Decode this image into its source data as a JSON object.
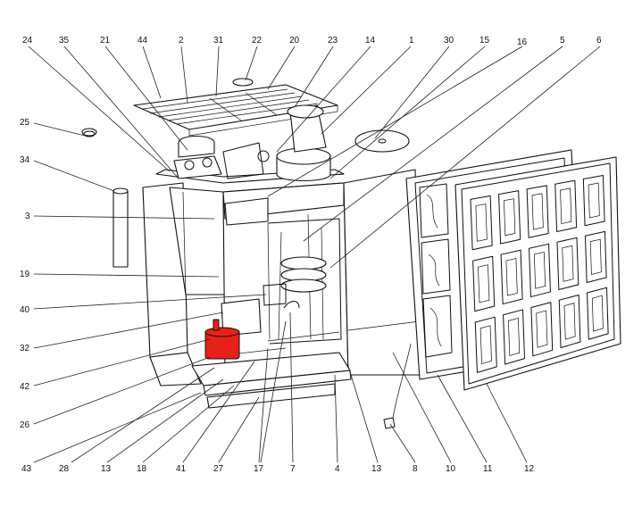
{
  "diagram": {
    "highlight_color": "#e8201a",
    "callouts_top": [
      "24",
      "35",
      "21",
      "44",
      "2",
      "31",
      "22",
      "20",
      "23",
      "14",
      "1",
      "30",
      "15",
      "16",
      "5",
      "6"
    ],
    "callouts_left": [
      "25",
      "34",
      "3",
      "19",
      "40",
      "32",
      "42",
      "26"
    ],
    "callouts_bottom": [
      "43",
      "28",
      "13",
      "18",
      "41",
      "27",
      "17",
      "7",
      "4",
      "13",
      "8",
      "10",
      "11",
      "12"
    ]
  }
}
